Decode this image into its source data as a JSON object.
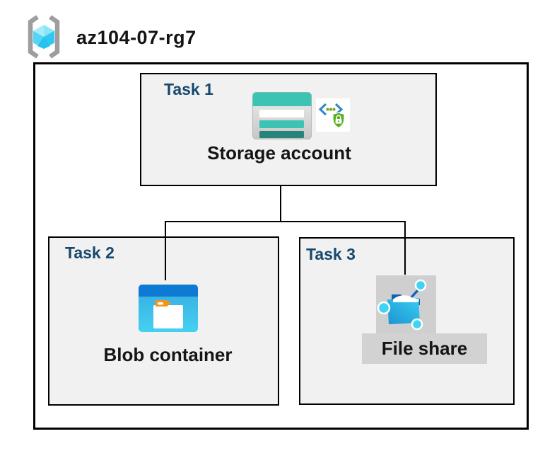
{
  "diagram": {
    "title": "az104-07-rg7",
    "tasks": [
      {
        "label": "Task 1",
        "resource": "Storage account"
      },
      {
        "label": "Task 2",
        "resource": "Blob container"
      },
      {
        "label": "Task 3",
        "resource": "File share"
      }
    ],
    "icons": {
      "resource_group": "resource-group-icon",
      "storage_account": "storage-account-icon",
      "shared_access_signature": "shared-access-signature-icon",
      "blob_container": "blob-container-icon",
      "file_share": "file-share-icon"
    },
    "colors": {
      "task_label_navy": "#17496E",
      "box_fill_gray": "#F1F1F1",
      "border_black": "#000000",
      "storage_teal": "#3CC3B4",
      "storage_dark_teal": "#26857B",
      "blob_band_blue": "#0E7AD3",
      "blob_body_blue": "#37A9E0",
      "file_share_cyan": "#2FC2EA",
      "file_share_dark_blue": "#0F63B5",
      "shield_green": "#58AE25",
      "bracket_gray": "#9E9E9E",
      "icon_block_gray": "#CFCFCF",
      "label_bar_gray": "#D2D2D2"
    }
  }
}
